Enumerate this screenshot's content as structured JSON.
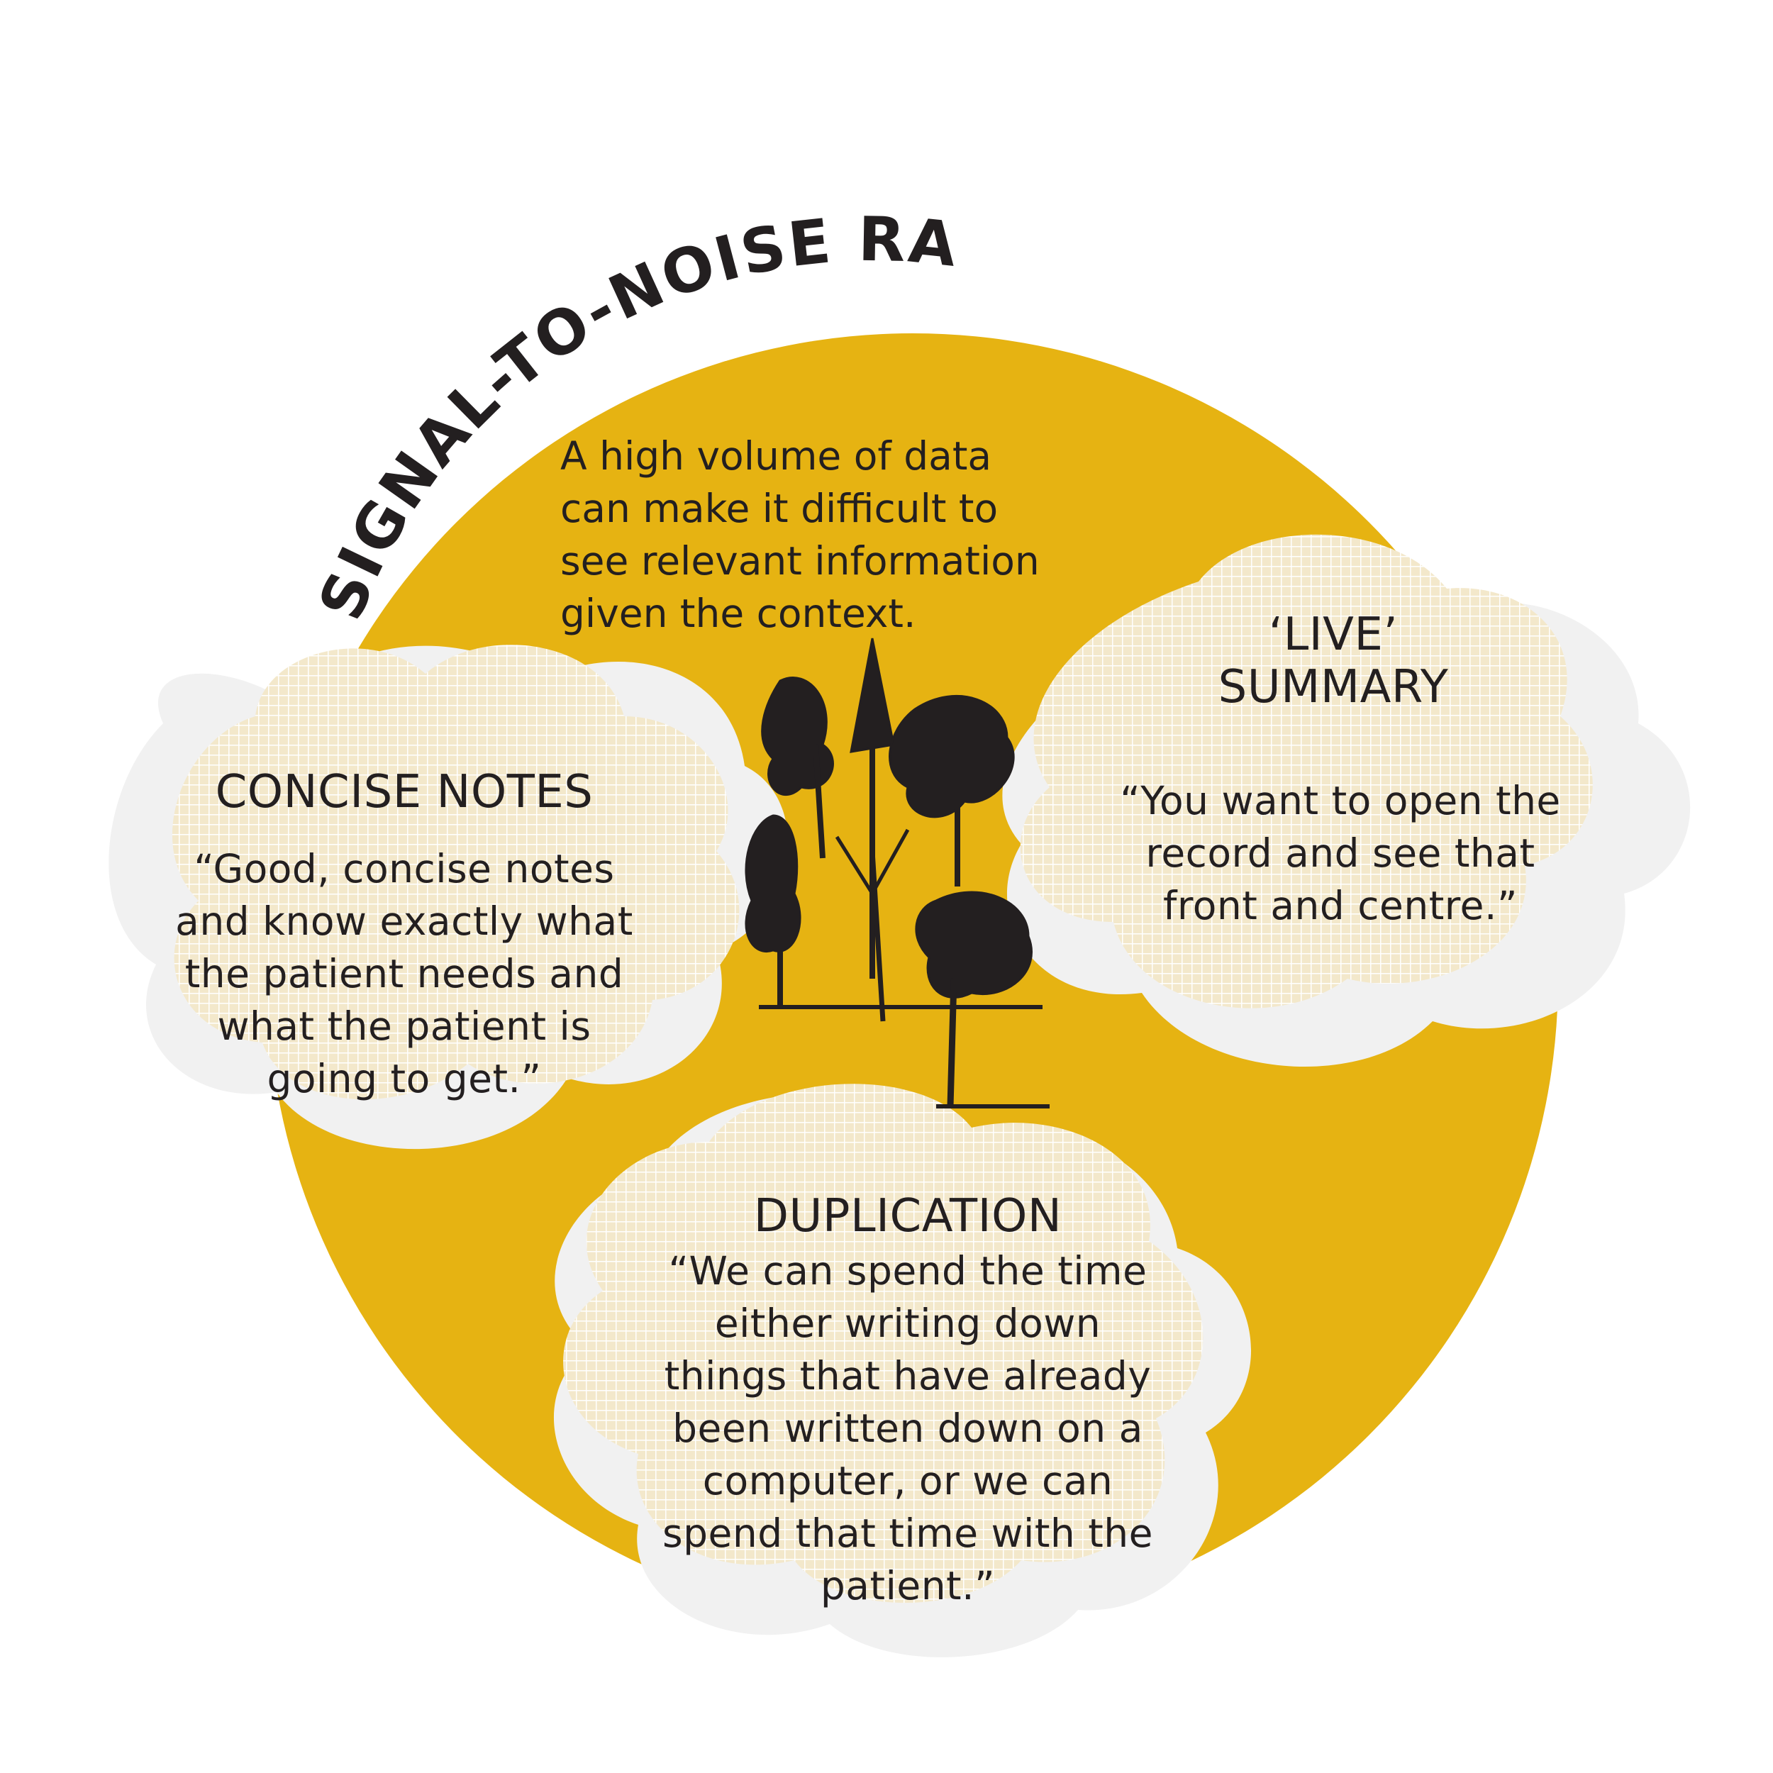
{
  "title": "SIGNAL-TO-NOISE RATIO",
  "intro": "A high volume of data\ncan make it difficult to\nsee relevant information\ngiven the context.",
  "sections": [
    {
      "heading": "CONCISE NOTES",
      "quote": "“Good, concise notes\nand know exactly what\nthe patient needs and\nwhat the patient is\ngoing to get.”"
    },
    {
      "heading": "‘LIVE’\nSUMMARY",
      "quote": "“You want to open the\nrecord and see that\nfront and centre.”"
    },
    {
      "heading": "DUPLICATION",
      "quote": "“We can spend the time\neither writing down\nthings that have already\nbeen written down on a\ncomputer, or we can\nspend that time with the\npatient.”"
    }
  ],
  "colors": {
    "circle": "#e6b312",
    "cloud": "#f3e8cb",
    "cloud_shadow": "#f1f1f1",
    "text": "#231f20"
  }
}
